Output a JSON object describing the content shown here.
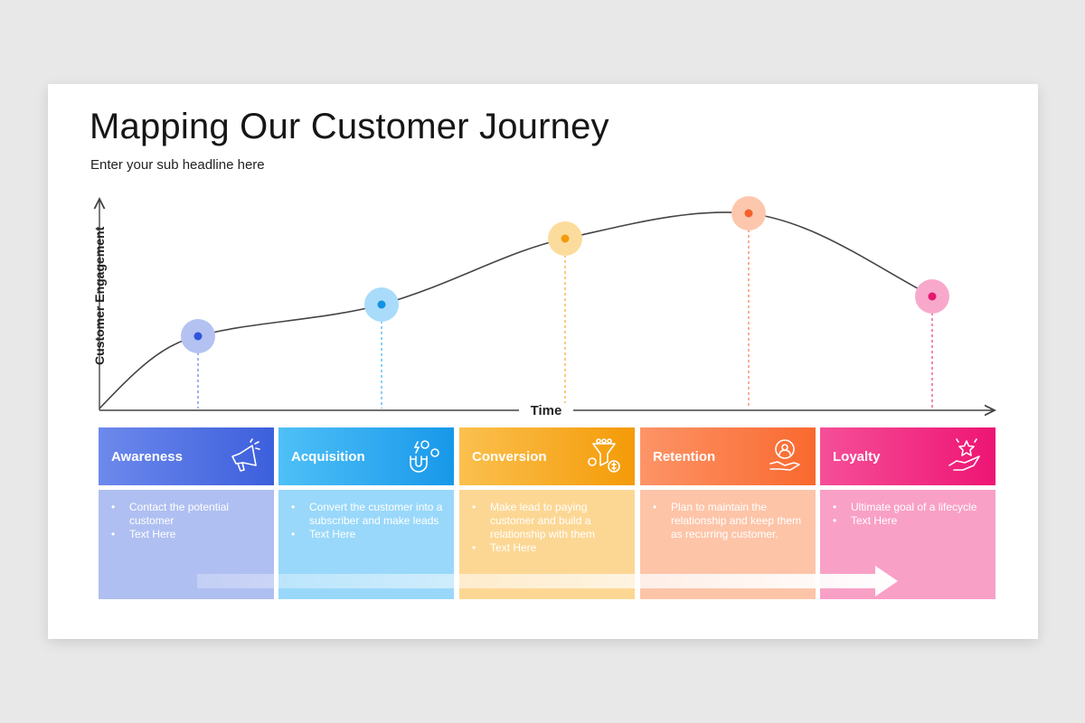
{
  "title": "Mapping Our Customer Journey",
  "subtitle": "Enter your sub headline here",
  "axes": {
    "y_label": "Customer Engagement",
    "x_label": "Time"
  },
  "colors": {
    "awareness": "#4e6fe0",
    "acquisition": "#2aa9f2",
    "conversion": "#f6a417",
    "retention": "#fb7240",
    "loyalty": "#f2177a"
  },
  "stages": [
    {
      "label": "Awareness",
      "icon": "megaphone-icon",
      "points": [
        "Contact the potential customer",
        "Text Here"
      ]
    },
    {
      "label": "Acquisition",
      "icon": "magnet-icon",
      "points": [
        "Convert the customer into a subscriber and make leads",
        "Text Here"
      ]
    },
    {
      "label": "Conversion",
      "icon": "funnel-icon",
      "points": [
        "Make lead to paying customer and build a relationship with them",
        "Text Here"
      ]
    },
    {
      "label": "Retention",
      "icon": "customer-care-icon",
      "points": [
        "Plan to maintain the relationship and keep them as recurring customer."
      ]
    },
    {
      "label": "Loyalty",
      "icon": "hand-star-icon",
      "points": [
        "Ultimate goal of a lifecycle",
        "Text Here"
      ]
    }
  ]
}
